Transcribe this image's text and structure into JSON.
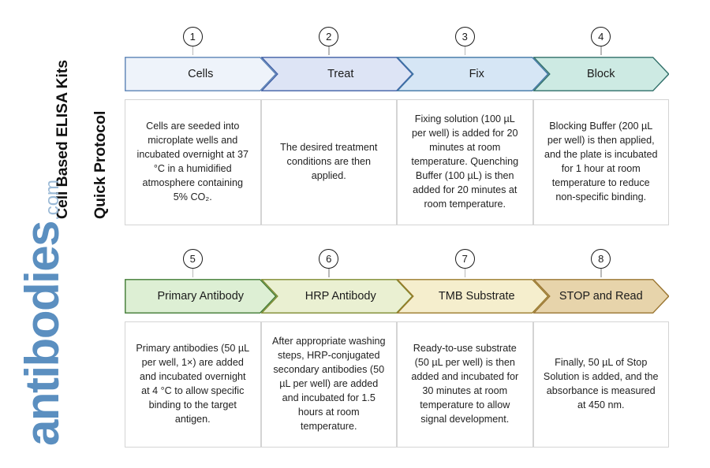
{
  "title": {
    "line1": "Cell Based ELISA Kits",
    "line2": "Quick Protocol"
  },
  "watermark": {
    "brand": "antibodies",
    "tld": ".com",
    "brand_color": "#5b8fc0",
    "tld_color": "#9ab9d6"
  },
  "rows": [
    {
      "id": "row-1",
      "steps": [
        {
          "number": "1",
          "label": "Cells",
          "fill": "#eef3fa",
          "stroke": "#5b82b5",
          "body": "Cells are seeded into microplate wells and incubated overnight at 37 °C in a humidified atmosphere containing 5% CO₂."
        },
        {
          "number": "2",
          "label": "Treat",
          "fill": "#dde4f5",
          "stroke": "#3f5fa5",
          "body": "The desired treatment conditions are then applied."
        },
        {
          "number": "3",
          "label": "Fix",
          "fill": "#d6e6f5",
          "stroke": "#3f76a5",
          "body": "Fixing solution (100 µL per well) is added for 20 minutes at room temperature. Quenching Buffer (100 µL) is then added for 20 minutes at room temperature."
        },
        {
          "number": "4",
          "label": "Block",
          "fill": "#cdeae3",
          "stroke": "#2f6f68",
          "body": "Blocking Buffer (200 µL per well) is then applied, and the plate is incubated for 1 hour at room temperature to reduce non-specific binding."
        }
      ]
    },
    {
      "id": "row-2",
      "steps": [
        {
          "number": "5",
          "label": "Primary Antibody",
          "fill": "#ddefd4",
          "stroke": "#3f7a32",
          "body": "Primary antibodies (50 µL per well, 1×) are added and incubated overnight at 4 °C to allow specific binding to the target antigen."
        },
        {
          "number": "6",
          "label": "HRP Antibody",
          "fill": "#eaf0d2",
          "stroke": "#7d8a2e",
          "body": "After appropriate washing steps, HRP-conjugated secondary antibodies (50 µL per well) are added and incubated for 1.5 hours at room temperature."
        },
        {
          "number": "7",
          "label": "TMB Substrate",
          "fill": "#f5eecd",
          "stroke": "#9a7a2a",
          "body": "Ready-to-use substrate (50 µL per well) is then added and incubated for 30 minutes at room temperature to allow signal development."
        },
        {
          "number": "8",
          "label": "STOP and Read",
          "fill": "#e7d4ab",
          "stroke": "#9a7530",
          "body": "Finally, 50 µL of Stop Solution is added, and the absorbance is measured at 450 nm."
        }
      ]
    }
  ]
}
